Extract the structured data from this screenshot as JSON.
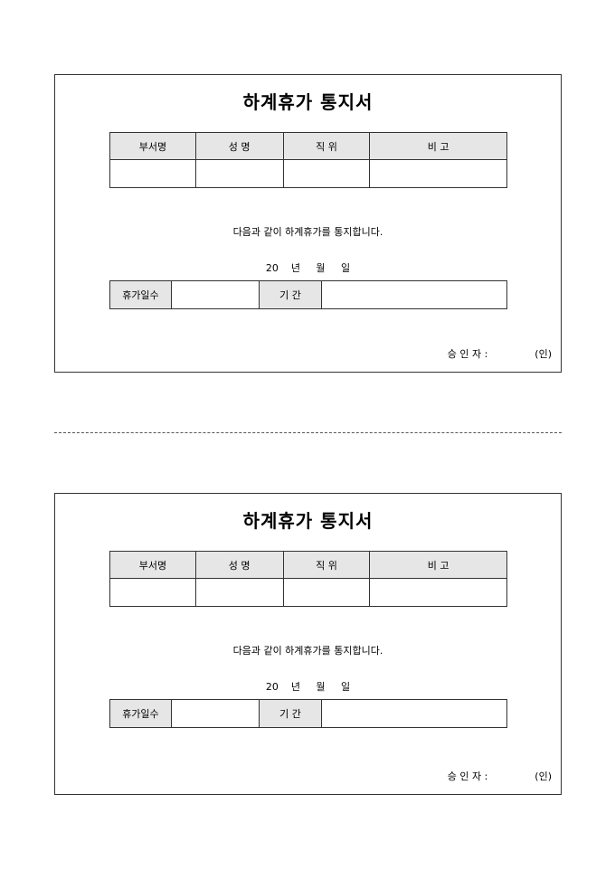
{
  "forms": [
    {
      "title": "하계휴가 통지서",
      "info_headers": [
        "부서명",
        "성 명",
        "직 위",
        "비 고"
      ],
      "statement": "다음과 같이 하계휴가를 통지합니다.",
      "date_line": "20    년     월     일",
      "leave_days_label": "휴가일수",
      "period_label": "기  간",
      "approver_label": "승 인 자 :",
      "seal_label": "(인)"
    },
    {
      "title": "하계휴가 통지서",
      "info_headers": [
        "부서명",
        "성 명",
        "직 위",
        "비 고"
      ],
      "statement": "다음과 같이 하계휴가를 통지합니다.",
      "date_line": "20    년     월     일",
      "leave_days_label": "휴가일수",
      "period_label": "기  간",
      "approver_label": "승 인 자 :",
      "seal_label": "(인)"
    }
  ]
}
